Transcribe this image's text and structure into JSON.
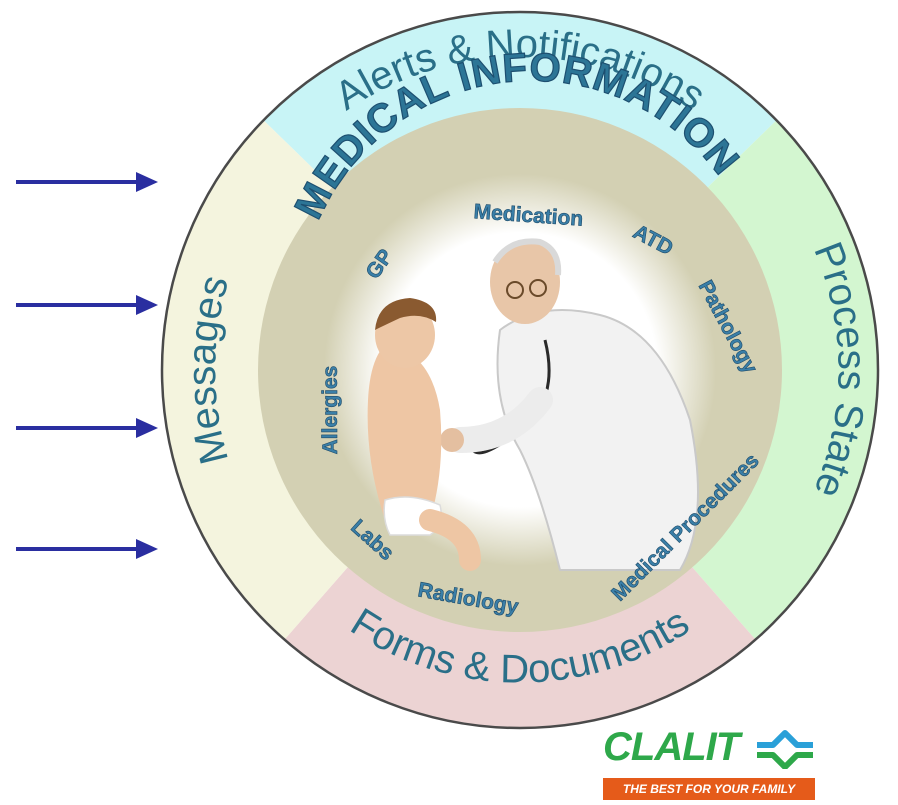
{
  "segments": {
    "alerts": "Alerts & Notifications",
    "process": "Process State",
    "forms": "Forms & Documents",
    "messages": "Messages"
  },
  "medical_information": {
    "title": "MEDICAL INFORMATION",
    "items": [
      "Medication",
      "ATD",
      "Pathology",
      "Medical Procedures",
      "Radiology",
      "Labs",
      "Allergies",
      "GP"
    ]
  },
  "arrows": {
    "count": 4,
    "color": "#2a2ea0"
  },
  "logo": {
    "name": "CLALIT",
    "tagline": "THE BEST FOR YOUR FAMILY"
  },
  "colors": {
    "alerts": "#c8f4f6",
    "process": "#d3f6d0",
    "forms": "#ecd3d3",
    "messages": "#f4f4de",
    "inner_ring": "#d3d0b3",
    "label": "#2a6f88",
    "logo_green": "#2ea84a",
    "logo_orange": "#e55b1a"
  }
}
